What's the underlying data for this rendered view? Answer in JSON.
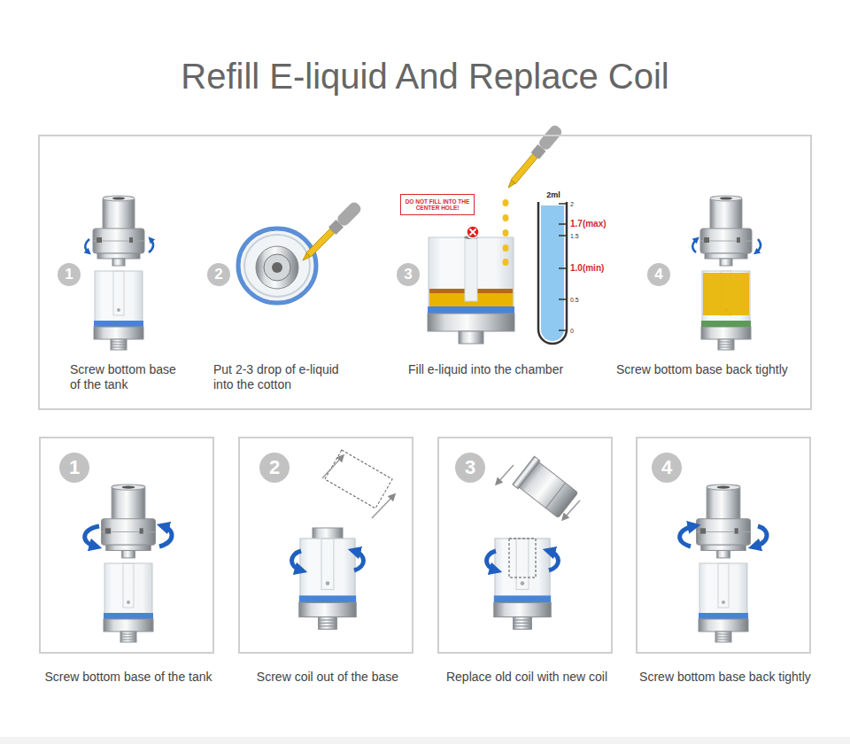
{
  "diagram": {
    "title": "Refill E-liquid And Replace Coil",
    "nodes": [
      {
        "text": [
          "Screw bottom base of the tank",
          "Put 2-3 drop of e-liquid into the cotton",
          "Fill e-liquid into the chamber",
          "Screw bottom base back tightly"
        ]
      },
      {
        "text": [
          "1"
        ],
        "in": 0
      },
      {
        "text": [
          "2"
        ],
        "in": 0
      },
      {
        "text": [
          "DO NOT FILL INTO THE CENTER HOLE!"
        ],
        "in": 0
      },
      {
        "text": [
          "3"
        ],
        "in": 0
      },
      {
        "text": [
          "4"
        ],
        "in": 0
      },
      {
        "text": [
          "Screw bottom base of the tank"
        ]
      },
      {
        "text": [
          "1"
        ],
        "in": 6
      },
      {
        "text": [
          "Screw coil out of the base"
        ]
      },
      {
        "text": [
          "2"
        ],
        "in": 8
      },
      {
        "text": [
          "Replace old coil with new coil"
        ]
      },
      {
        "text": [
          "3"
        ],
        "in": 10
      },
      {
        "text": [
          "Screw bottom base back tightly"
        ]
      },
      {
        "text": [
          "4"
        ],
        "in": 12
      }
    ],
    "labels": [
      "2ml",
      "2",
      "1.7(max)",
      "1.5",
      "1.0(min)",
      "0.5",
      "0"
    ]
  }
}
